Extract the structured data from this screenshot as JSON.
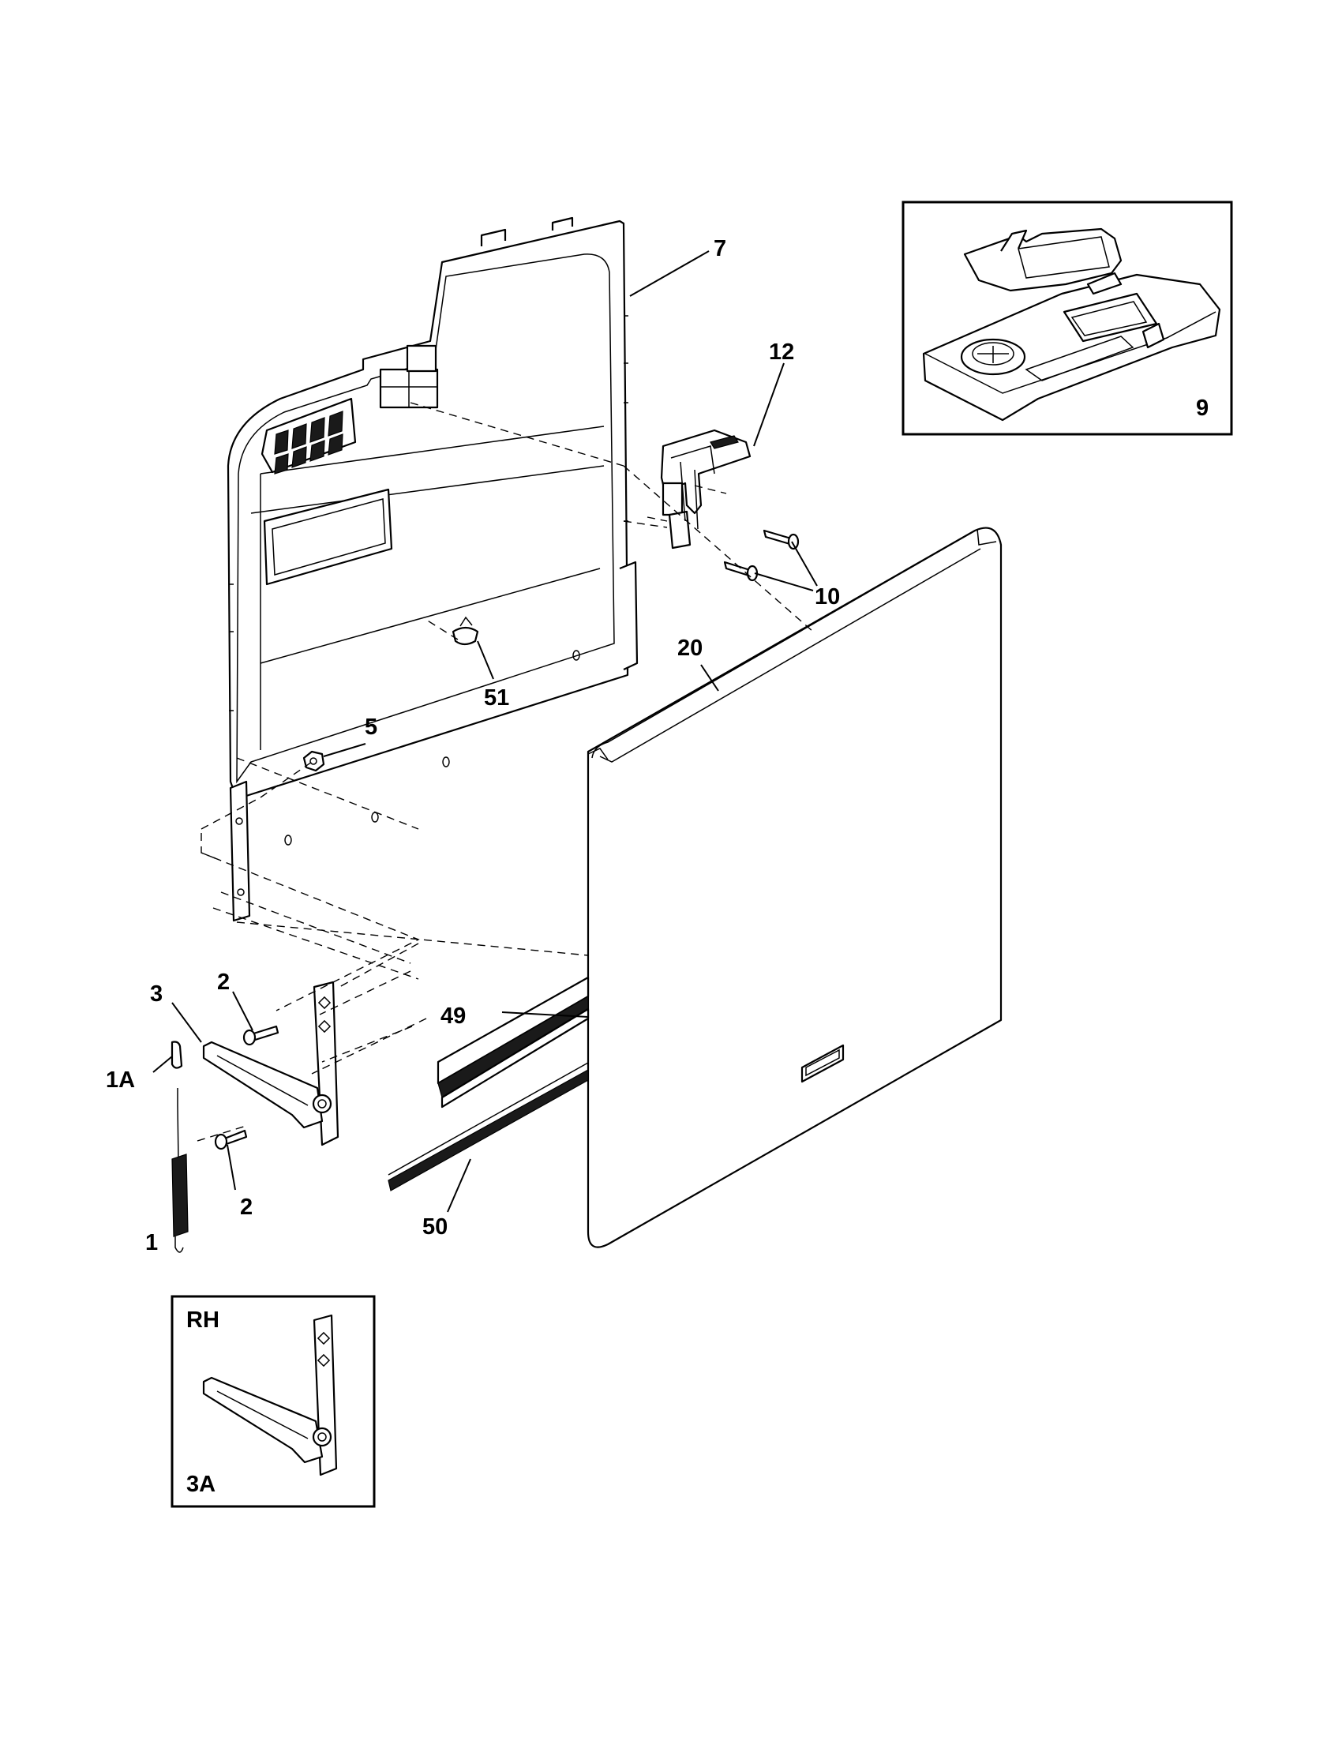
{
  "diagram": {
    "callouts": {
      "c7": "7",
      "c12": "12",
      "c10": "10",
      "c20": "20",
      "c51": "51",
      "c5": "5",
      "c3": "3",
      "c2a": "2",
      "c2b": "2",
      "c1a": "1A",
      "c1": "1",
      "c49": "49",
      "c50": "50",
      "c9": "9"
    },
    "inset_rh": {
      "side": "RH",
      "part": "3A"
    }
  }
}
